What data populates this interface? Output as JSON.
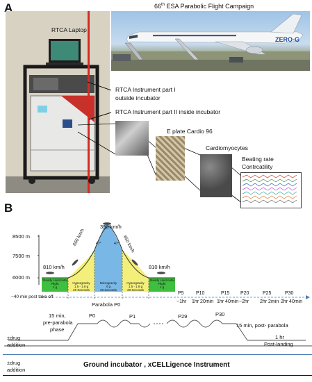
{
  "panelA": {
    "letter": "A",
    "campaign_title_num": "66",
    "campaign_title_sup": "th",
    "campaign_title_rest": " ESA Parabolic Flight Campaign",
    "aircraft_logo": "ZERO-G",
    "laptop_label": "RTCA Laptop",
    "instrument1_line1": "RTCA Instrument part I",
    "instrument1_line2": "outside incubator",
    "instrument2_label": "RTCA Instrument part II inside incubator",
    "eplate_label": "E plate Cardio 96",
    "cardio_label": "Cardiomyocytes",
    "beating_line1": "Beating rate",
    "beating_line2": "Contrcatility"
  },
  "panelB": {
    "letter": "B",
    "altitudes": [
      "8500 m",
      "7500 m",
      "6000 m"
    ],
    "speeds": {
      "top": "390 km/h",
      "left_climb": "650 km/h",
      "right_climb": "650 km/h",
      "left_flat": "810 km/h",
      "right_flat": "810 km/h"
    },
    "phases": [
      {
        "name": "Steady Horizontal Flight",
        "g": "1 g"
      },
      {
        "name": "Hypergravity",
        "g": "1.5 - 1.8 g"
      },
      {
        "name": "Microgravity",
        "g": "0 g"
      },
      {
        "name": "Hypergravity",
        "g": "1.5 - 1.8 g"
      },
      {
        "name": "Steady Horizontal Flight",
        "g": "1 g"
      }
    ],
    "durations": [
      "20 Seconds",
      "20 Seconds",
      "20 Seconds"
    ],
    "angles": [
      "47°",
      "47°"
    ],
    "takeoff_label": "~40 min post take off",
    "parabola_label": "Parabola P0",
    "timeline": [
      {
        "p": "P5",
        "t": "~1hr"
      },
      {
        "p": "P10",
        "t": "1hr 20min"
      },
      {
        "p": "P15",
        "t": "1hr 40min"
      },
      {
        "p": "P20",
        "t": "~2hr"
      },
      {
        "p": "P25",
        "t": "2hr 2min"
      },
      {
        "p": "P30",
        "t": "2hr 40min"
      }
    ],
    "profile": {
      "pre_line1": "15 min,",
      "pre_line2": "pre-parabola",
      "pre_line3": "phase",
      "p0": "P0",
      "p1": "P1",
      "p29": "P29",
      "p30": "P30",
      "post_label": "15 min,  post- parabola",
      "landing_line1": "1 hr",
      "landing_line2": "Post-landing",
      "drug_line1": "±drug",
      "drug_line2": "addition"
    },
    "ground": {
      "drug_line1": "±drug",
      "drug_line2": "addition",
      "label": "Ground incubator , xCELLigence Instrument"
    }
  },
  "colors": {
    "microgravity_blue": "#79b8e6",
    "hypergravity_yellow": "#f3ef7a",
    "steady_green": "#3fbf3f",
    "divider_blue": "#4a7fb5"
  }
}
